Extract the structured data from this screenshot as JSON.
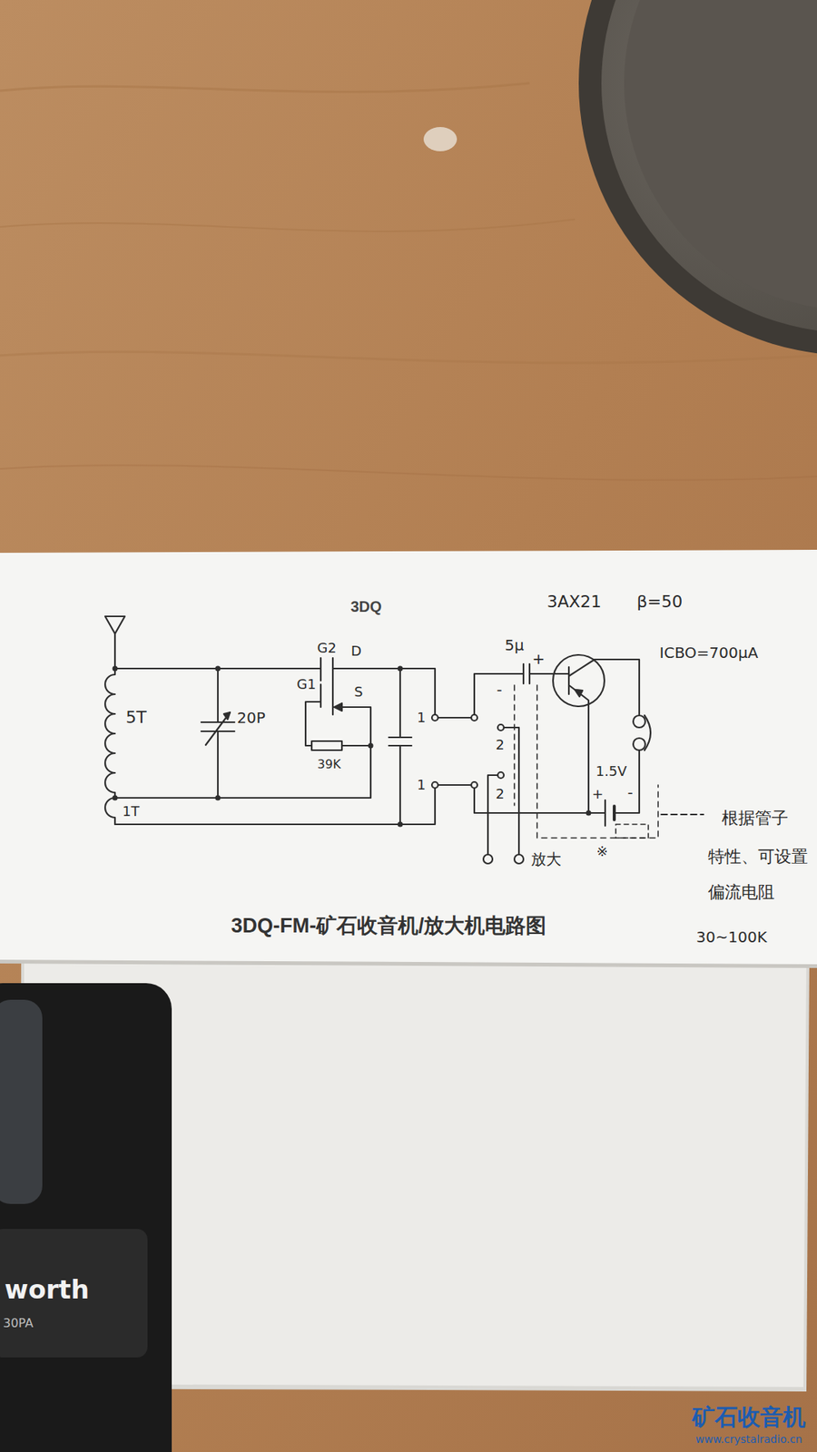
{
  "diagram": {
    "title": "3DQ",
    "caption": "3DQ-FM-矿石收音机/放大机电路图",
    "labels": [
      "3AX21",
      "β=50",
      "5μ",
      "ICBO=700μA",
      "G2",
      "D",
      "-",
      "+",
      "G1",
      "S",
      "5T",
      "20P",
      "39K",
      "1",
      "2",
      "1",
      "1.5V",
      "+",
      "-",
      "2",
      "根据管子",
      "1T",
      "特性、可设置",
      "※",
      "偏流电阻",
      "放大",
      "30~100K",
      "worth",
      "30PA",
      "矿石收音机",
      "www.crystalradio.cn"
    ]
  }
}
